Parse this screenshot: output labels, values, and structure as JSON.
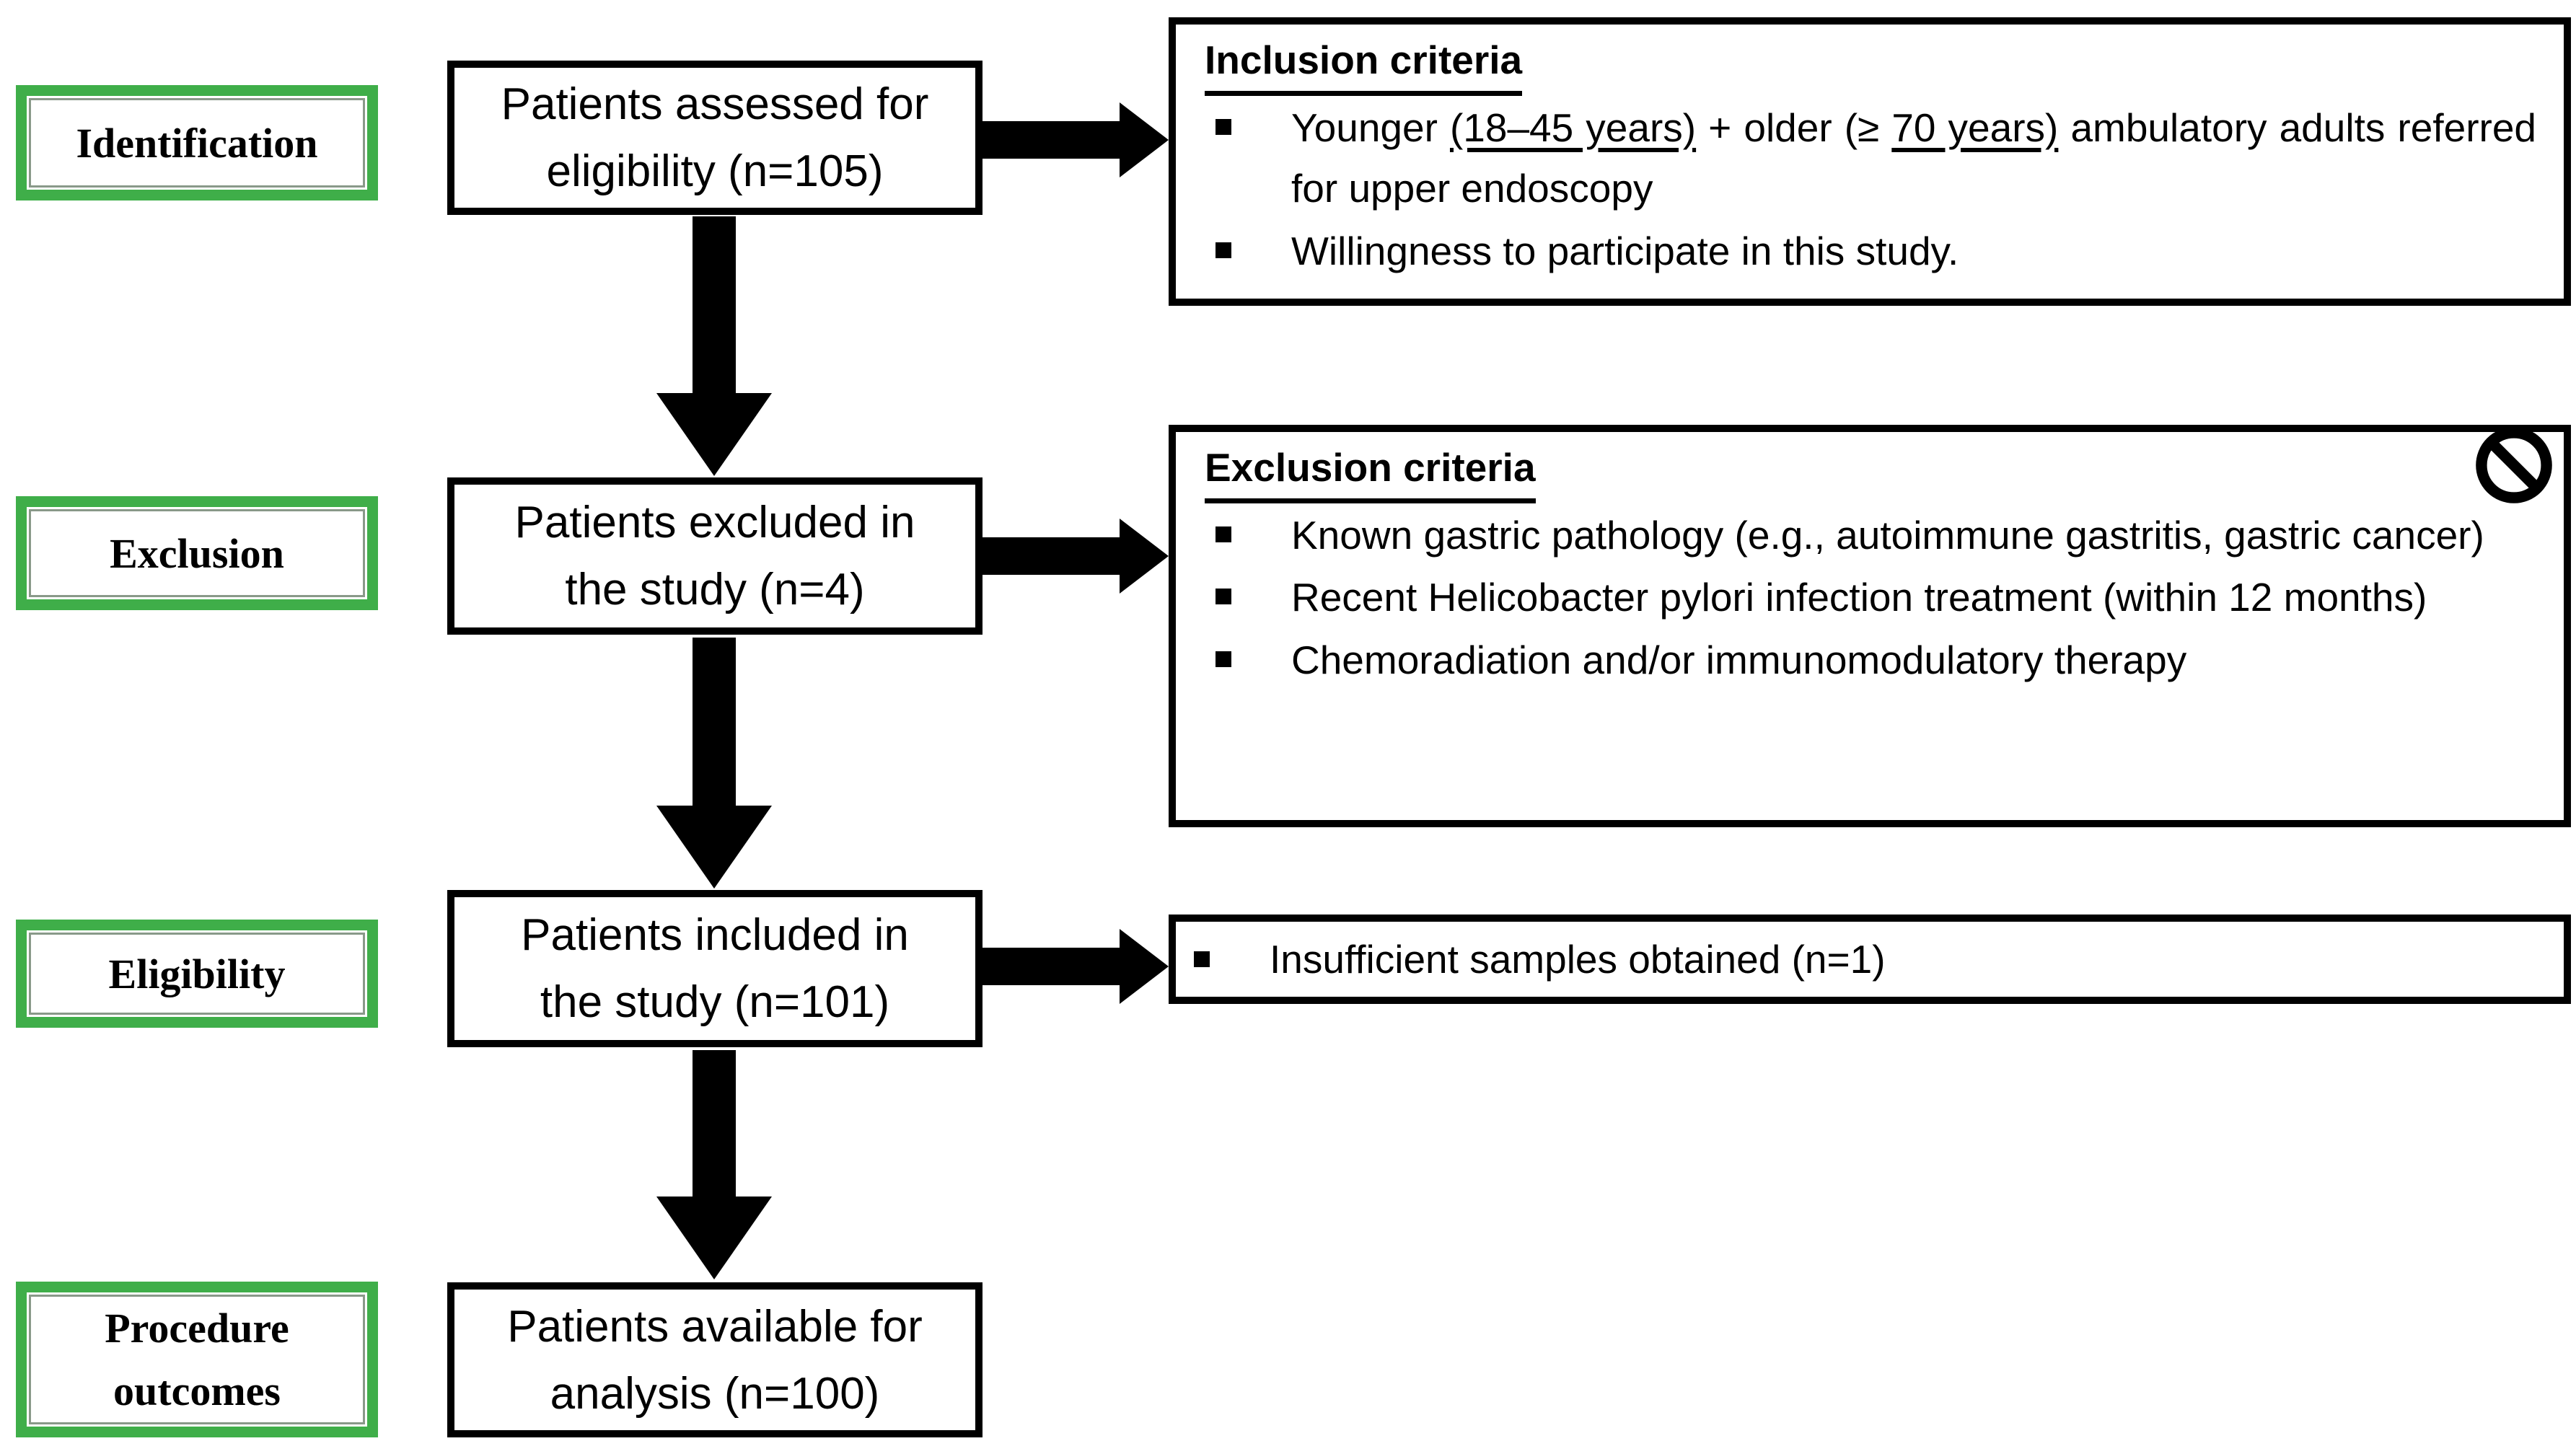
{
  "colors": {
    "stage_border_green": "#3FAE49",
    "box_border_black": "#000000",
    "text": "#000000",
    "background": "#FFFFFF"
  },
  "stages": [
    {
      "lines": [
        "Identification"
      ]
    },
    {
      "lines": [
        "Exclusion"
      ]
    },
    {
      "lines": [
        "Eligibility"
      ]
    },
    {
      "lines": [
        "Procedure",
        "outcomes"
      ]
    }
  ],
  "flow_boxes": [
    {
      "lines": [
        "Patients assessed for",
        "eligibility (n=105)"
      ]
    },
    {
      "lines": [
        "Patients excluded in",
        "the study (n=4)"
      ]
    },
    {
      "lines": [
        "Patients included in",
        "the study (n=101)"
      ]
    },
    {
      "lines": [
        "Patients available for",
        "analysis (n=100)"
      ]
    }
  ],
  "inclusion_criteria": {
    "title": "Inclusion criteria",
    "bullet_1": {
      "seg_1": "Younger ",
      "seg_2_underlined": "(18–45 years)",
      "seg_3": " + older (≥ ",
      "seg_4_underlined": "70 years)",
      "seg_5": " ambulatory adults referred for upper endoscopy"
    },
    "bullet_2": "Willingness to participate in this study."
  },
  "exclusion_criteria": {
    "title": "Exclusion criteria",
    "icon": "no-entry-icon",
    "bullets": [
      "Known gastric pathology (e.g., autoimmune gastritis, gastric cancer)",
      "Recent Helicobacter pylori infection treatment (within 12 months)",
      "Chemoradiation and/or immunomodulatory therapy"
    ]
  },
  "eligibility_note": {
    "bullet": "Insufficient samples obtained (n=1)"
  }
}
